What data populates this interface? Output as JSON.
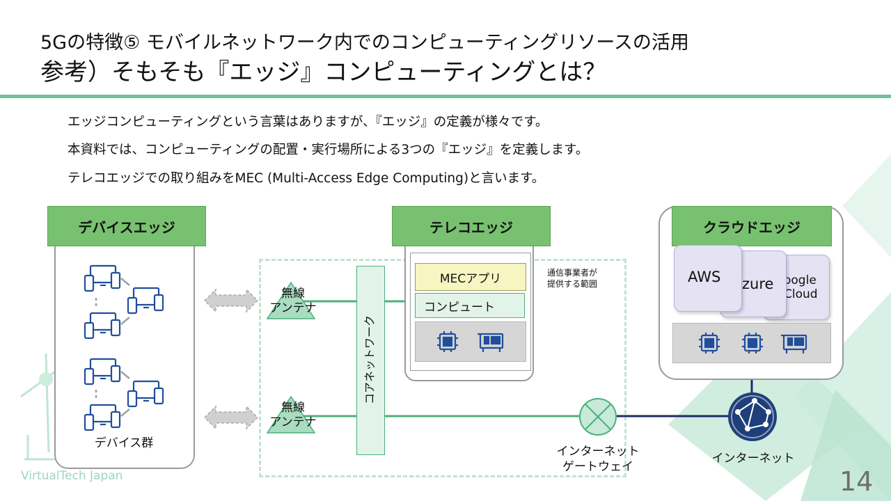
{
  "title": {
    "line1": "5Gの特徴⑤ モバイルネットワーク内でのコンピューティングリソースの活用",
    "line2": "参考）そもそも『エッジ』コンピューティングとは？"
  },
  "intro": [
    "エッジコンピューティングという言葉はありますが、『エッジ』の定義が様々です。",
    "本資料では、コンピューティングの配置・実行場所による3つの『エッジ』を定義します。",
    "テレコエッジでの取り組みをMEC (Multi-Access Edge Computing)と言います。"
  ],
  "device_edge": {
    "header": "デバイスエッジ",
    "caption": "デバイス群"
  },
  "antennas": [
    "無線\nアンテナ",
    "無線\nアンテナ"
  ],
  "antenna_lines": [
    [
      "無線",
      "アンテナ"
    ],
    [
      "無線",
      "アンテナ"
    ]
  ],
  "core_network": "コアネットワーク",
  "telco_edge": {
    "header": "テレコエッジ",
    "mec_app": "MECアプリ",
    "compute": "コンピュート",
    "carrier_note": [
      "通信事業者が",
      "提供する範囲"
    ]
  },
  "cloud_edge": {
    "header": "クラウドエッジ",
    "providers": [
      "AWS",
      "zure",
      "oogle",
      "Cloud"
    ]
  },
  "gateway": [
    "インターネット",
    "ゲートウェイ"
  ],
  "internet": "インターネット",
  "brand": "VirtualTech Japan",
  "page_number": "14",
  "colors": {
    "accent_green": "#6cc49a",
    "header_green": "#78c170",
    "line_green": "#4caf7d",
    "internet_navy": "#1f2a6b",
    "mec_yellow": "#f7f5c2",
    "compute_mint": "#e2f3ea",
    "chip_blue": "#1f4e9c"
  }
}
